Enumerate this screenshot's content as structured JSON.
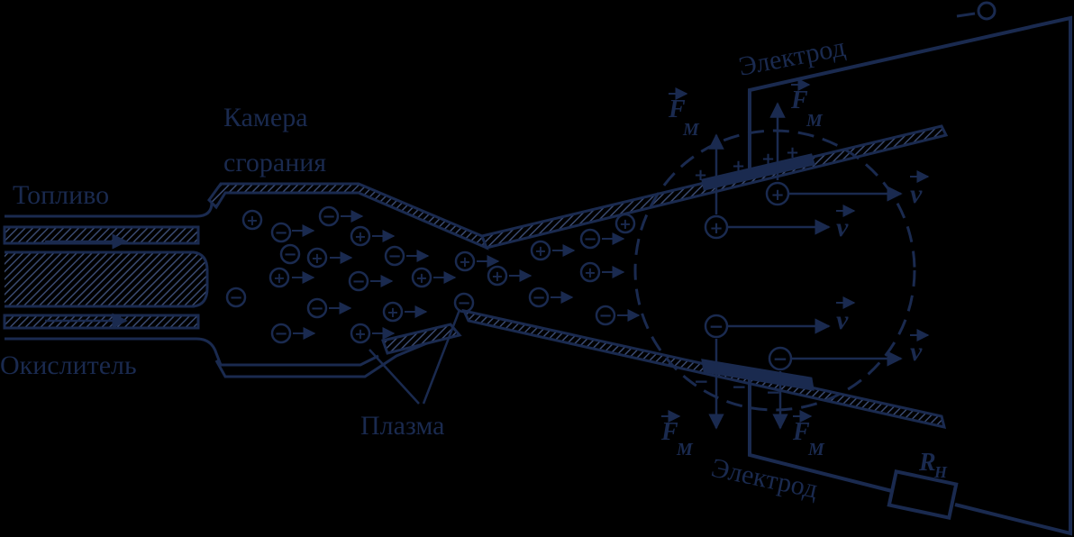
{
  "labels": {
    "fuel": "Топливо",
    "oxidizer": "Окислитель",
    "chamber_line1": "Камера",
    "chamber_line2": "сгорания",
    "plasma": "Плазма",
    "electrode_top": "Электрод",
    "electrode_bottom": "Электрод",
    "load_resistor": "R",
    "load_resistor_sub": "Н"
  },
  "vectors": {
    "force": "F",
    "force_sub": "М",
    "velocity": "v"
  },
  "colors": {
    "background": "#000000",
    "ink": "#1a2a4f",
    "hatch_fill": "#3a4a70"
  }
}
